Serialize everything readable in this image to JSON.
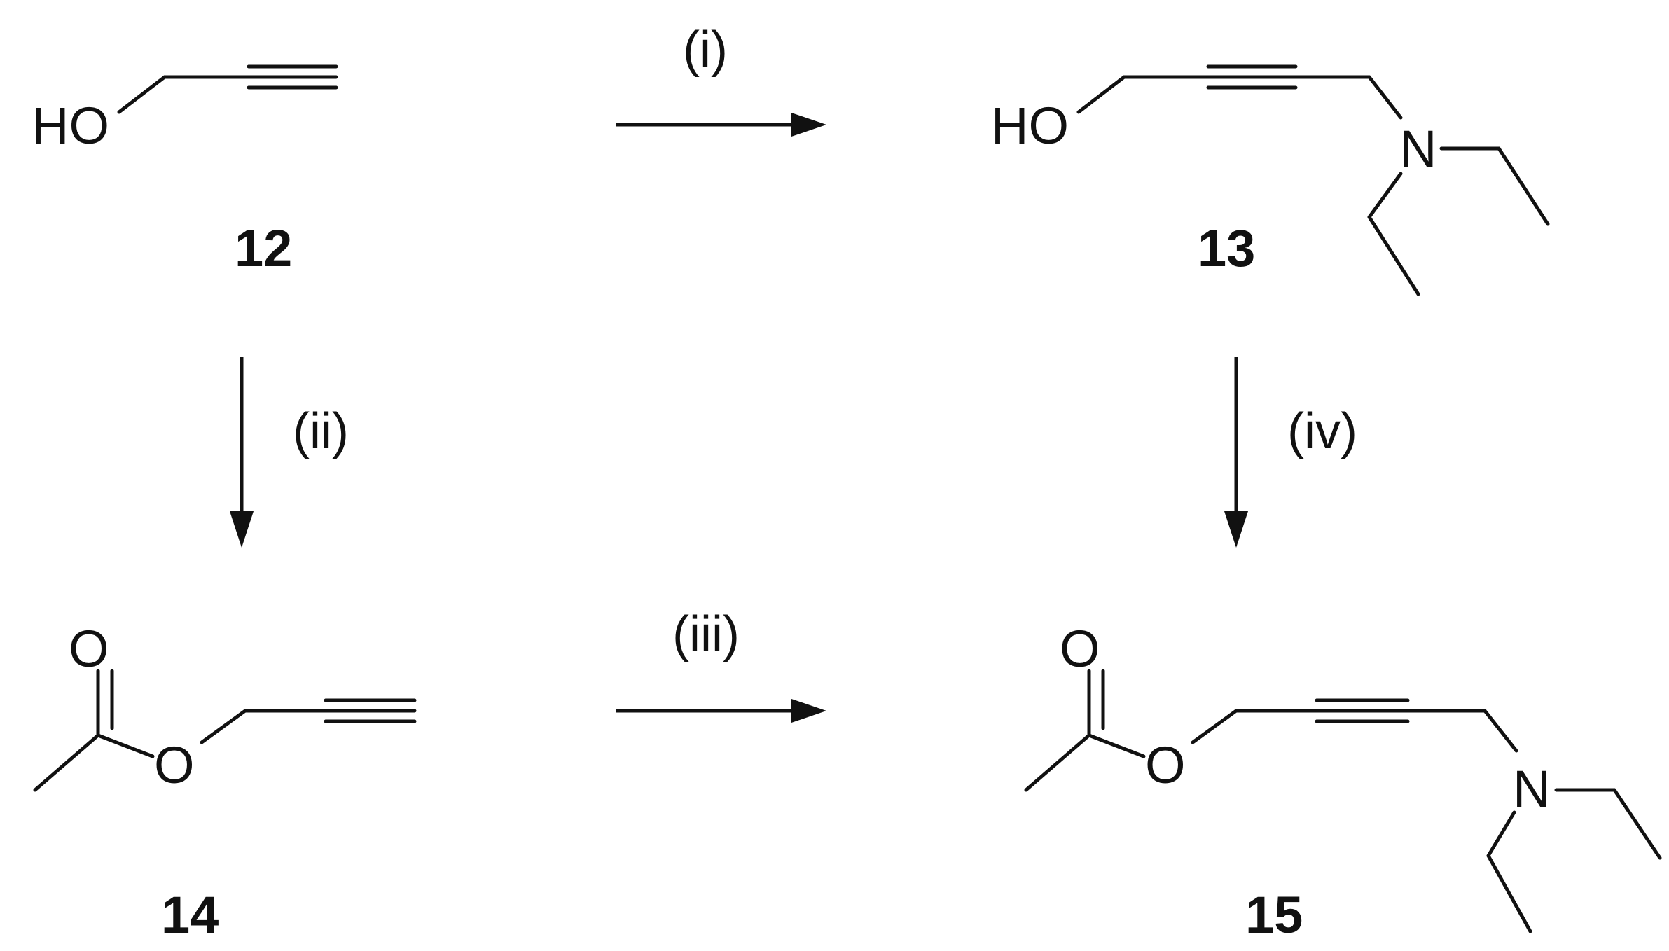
{
  "scheme": {
    "compounds": {
      "c12": {
        "label": "12",
        "atoms": {
          "hydroxyl": "HO"
        }
      },
      "c13": {
        "label": "13",
        "atoms": {
          "hydroxyl": "HO",
          "amine": "N"
        }
      },
      "c14": {
        "label": "14",
        "atoms": {
          "carbonyl_o": "O",
          "ester_o": "O"
        }
      },
      "c15": {
        "label": "15",
        "atoms": {
          "carbonyl_o": "O",
          "ester_o": "O",
          "amine": "N"
        }
      }
    },
    "steps": {
      "s1": "(i)",
      "s2": "(ii)",
      "s3": "(iii)",
      "s4": "(iv)"
    }
  }
}
